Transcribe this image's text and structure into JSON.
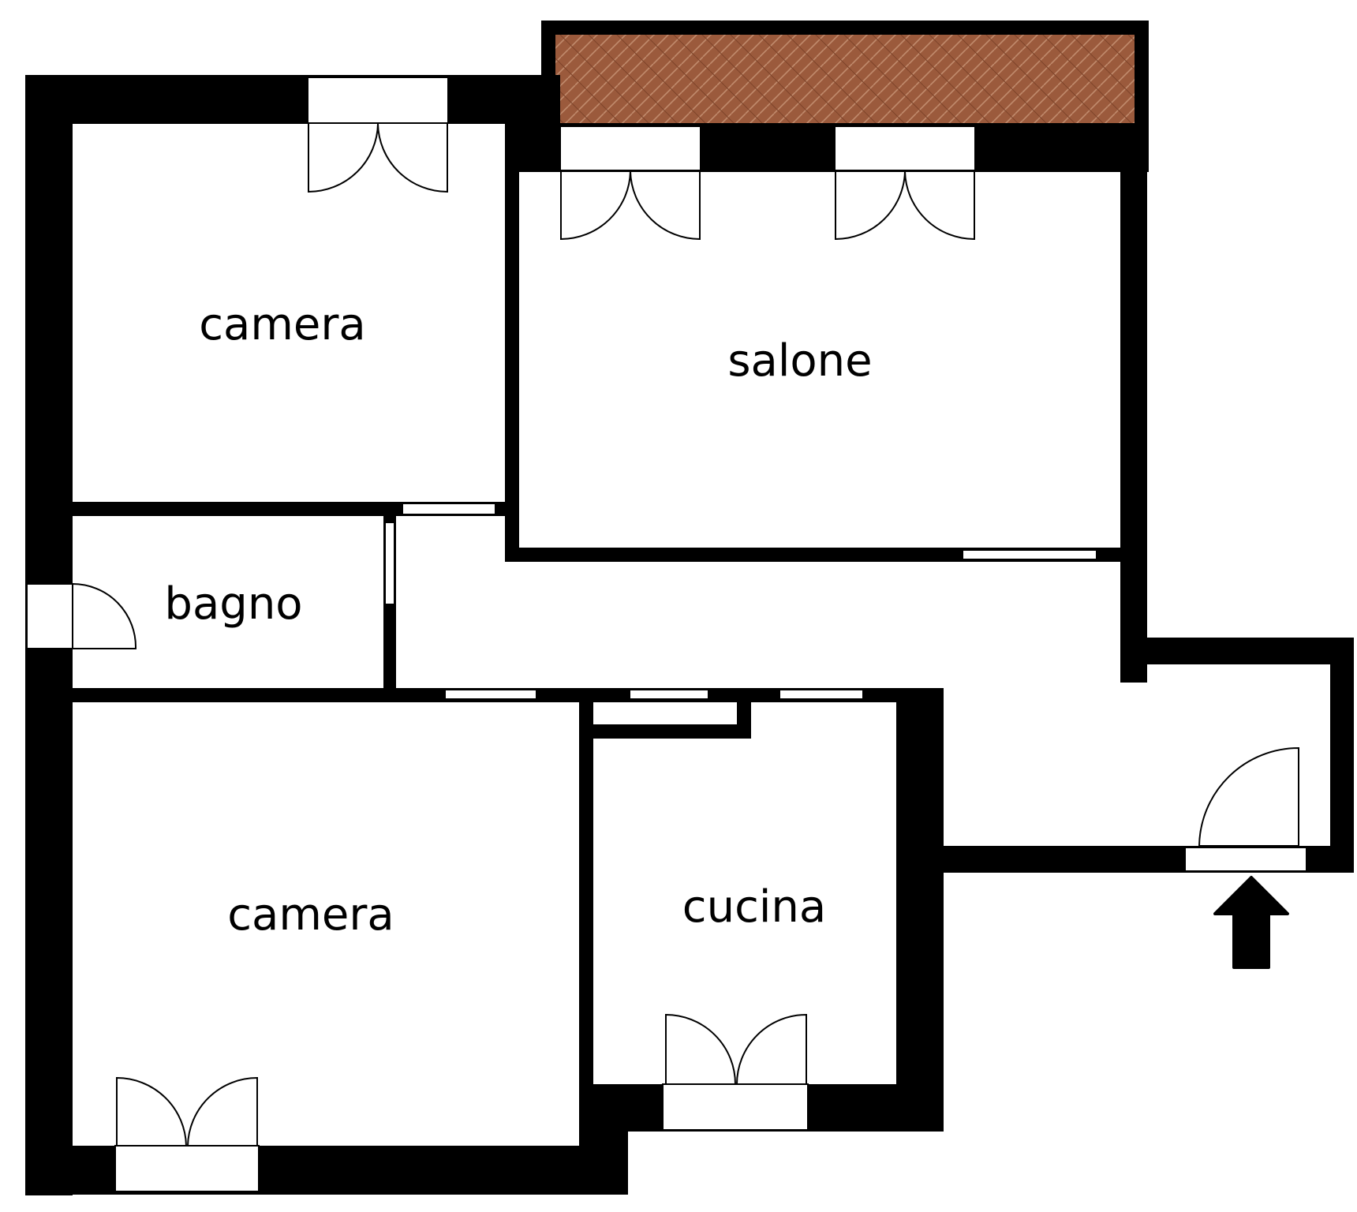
{
  "plan": {
    "rooms": [
      {
        "id": "camera-top",
        "label": "camera"
      },
      {
        "id": "salone",
        "label": "salone"
      },
      {
        "id": "bagno",
        "label": "bagno"
      },
      {
        "id": "camera-bottom",
        "label": "camera"
      },
      {
        "id": "cucina",
        "label": "cucina"
      }
    ],
    "colors": {
      "wall": "#000000",
      "floor": "#ffffff",
      "balcony_tile": "#9b5a3c",
      "balcony_grout": "#c08a6c"
    },
    "entrance_marker": "up-arrow-icon"
  }
}
